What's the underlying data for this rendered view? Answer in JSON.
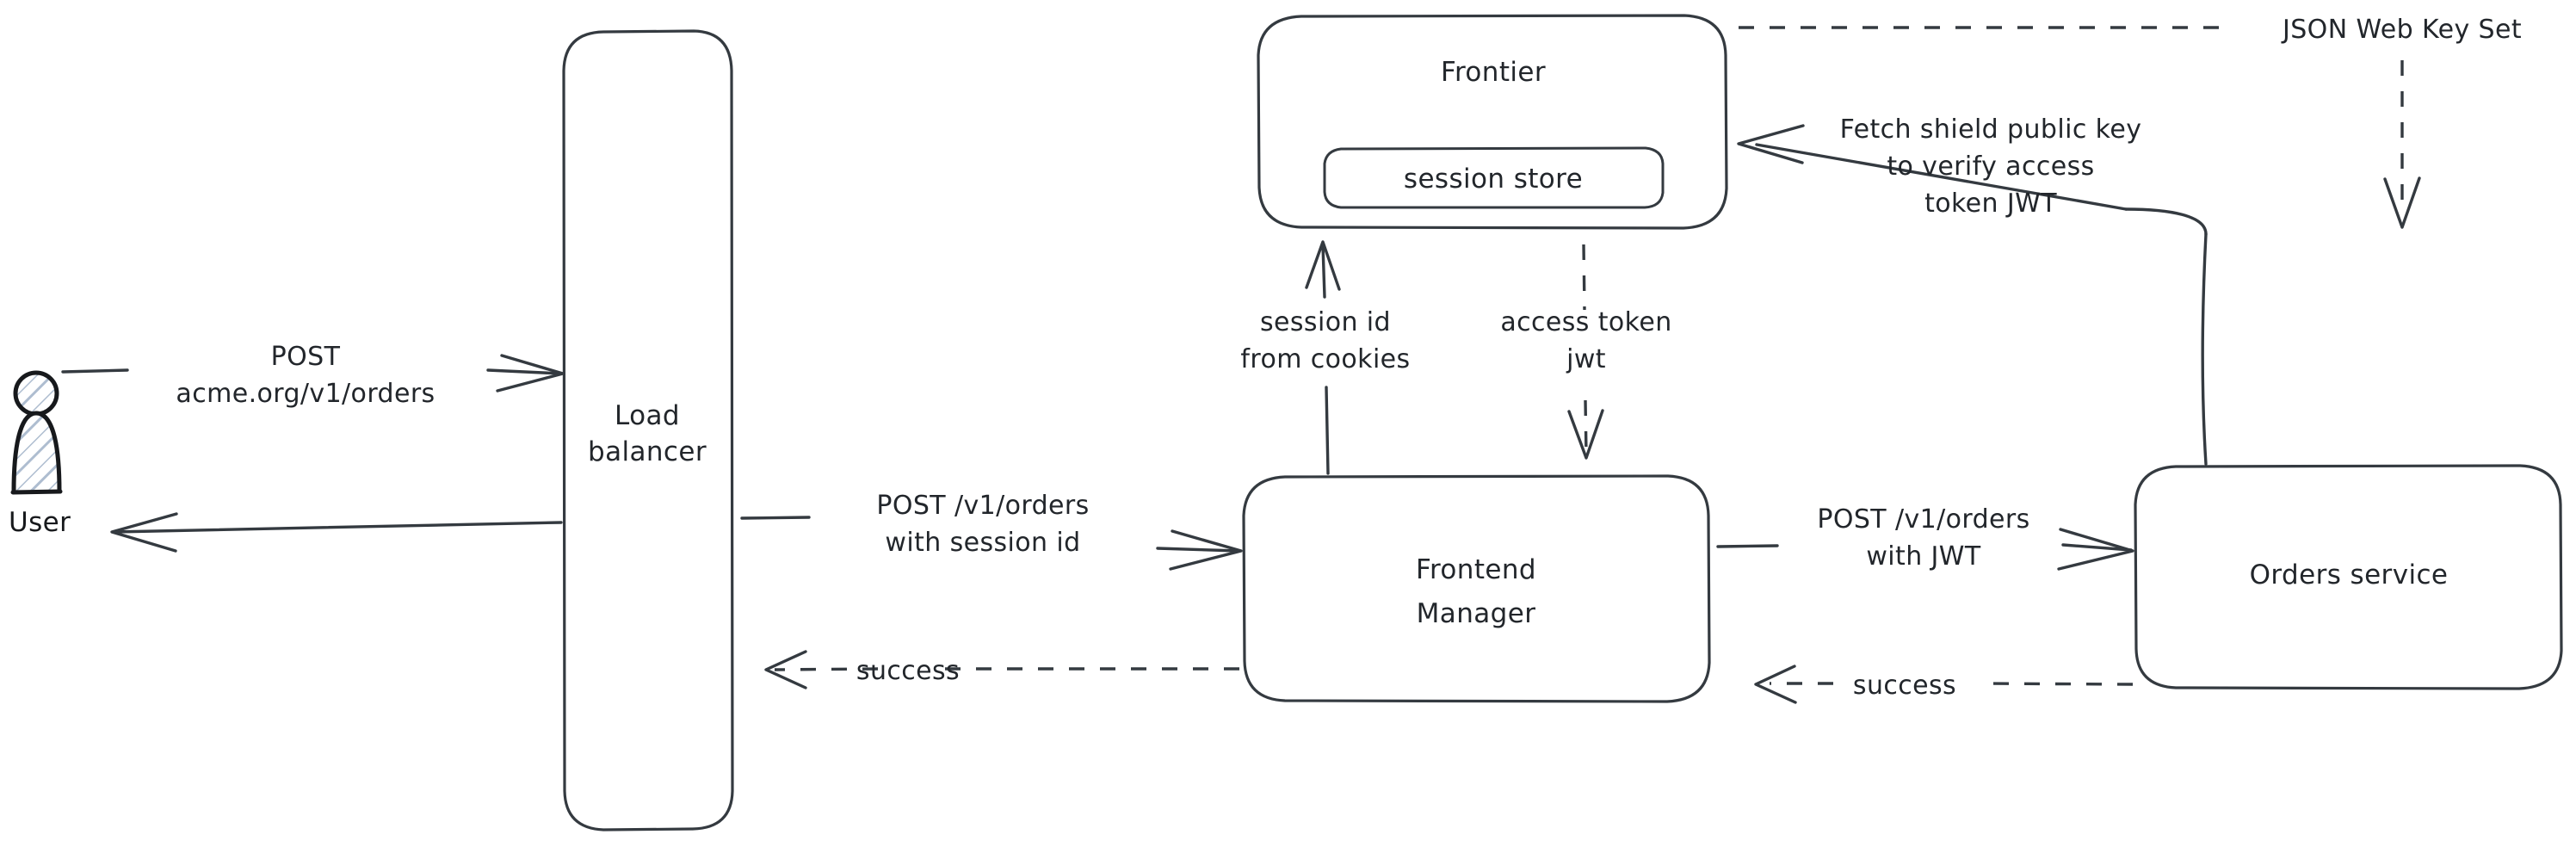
{
  "diagram": {
    "title": "Order request authentication flow",
    "style": "hand-drawn",
    "background_color": "#ffffff",
    "stroke_color": "#343a40",
    "actor_stroke_color": "#17191c",
    "actor_hatch_color": "#aebdd0"
  },
  "nodes": {
    "user": {
      "label": "User",
      "shape": "actor"
    },
    "load_balancer": {
      "label_line1": "Load",
      "label_line2": "balancer",
      "shape": "rounded-rect"
    },
    "frontier": {
      "label": "Frontier",
      "shape": "rounded-rect"
    },
    "session_store": {
      "label": "session store",
      "shape": "rounded-rect"
    },
    "frontend_manager": {
      "label_line1": "Frontend",
      "label_line2": "Manager",
      "shape": "rounded-rect"
    },
    "orders_service": {
      "label": "Orders service",
      "shape": "rounded-rect"
    }
  },
  "edges": {
    "user_to_lb": {
      "label_line1": "POST",
      "label_line2": "acme.org/v1/orders",
      "style": "solid",
      "direction": "right"
    },
    "lb_to_user": {
      "label": "",
      "style": "solid",
      "direction": "left"
    },
    "lb_to_fm": {
      "label_line1": "POST /v1/orders",
      "label_line2": "with session id",
      "style": "solid",
      "direction": "right"
    },
    "fm_to_lb": {
      "label": "success",
      "style": "dashed",
      "direction": "left"
    },
    "fm_to_frontier": {
      "label_line1": "session id",
      "label_line2": "from cookies",
      "style": "solid",
      "direction": "up"
    },
    "frontier_to_fm": {
      "label_line1": "access token",
      "label_line2": "jwt",
      "style": "dashed",
      "direction": "down"
    },
    "fm_to_orders": {
      "label_line1": "POST /v1/orders",
      "label_line2": "with JWT",
      "style": "solid",
      "direction": "right"
    },
    "orders_to_fm": {
      "label": "success",
      "style": "dashed",
      "direction": "left"
    },
    "orders_to_frontier": {
      "label_line1": "Fetch shield public key",
      "label_line2": "to verify access",
      "label_line3": "token JWT",
      "style": "solid",
      "direction": "left"
    },
    "frontier_to_orders": {
      "label": "JSON Web Key Set",
      "style": "dashed",
      "direction": "down"
    }
  }
}
